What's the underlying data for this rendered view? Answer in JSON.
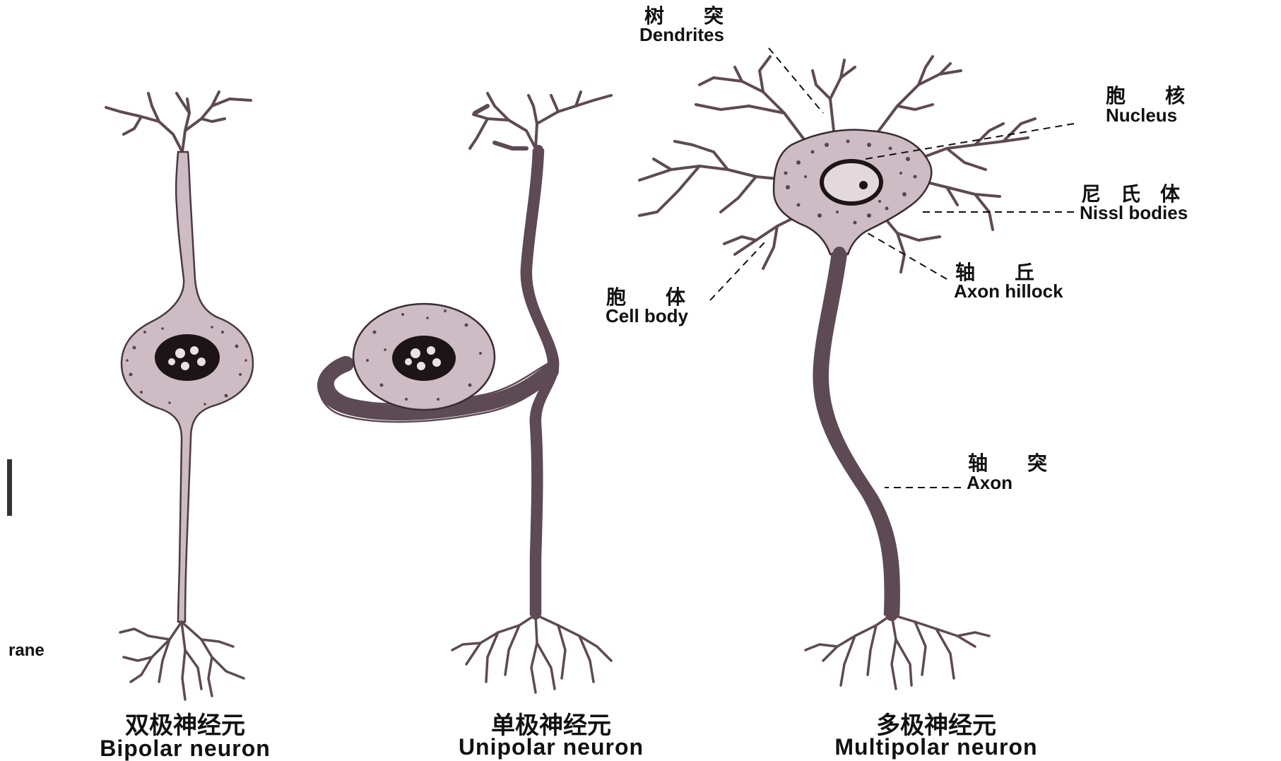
{
  "colors": {
    "neuron_fill": "#cdbcc3",
    "neuron_outline": "#3b2b33",
    "nucleus": "#1d1418",
    "text": "#111111",
    "background": "#ffffff"
  },
  "neurons": [
    {
      "caption_cn": "双极神经元",
      "caption_en": "Bipolar neuron"
    },
    {
      "caption_cn": "单极神经元",
      "caption_en": "Unipolar neuron"
    },
    {
      "caption_cn": "多极神经元",
      "caption_en": "Multipolar neuron"
    }
  ],
  "labels": {
    "dendrites": {
      "cn": "树　　突",
      "en": "Dendrites"
    },
    "nucleus": {
      "cn": "胞　　核",
      "en": "Nucleus"
    },
    "nissl": {
      "cn": "尼　氏　体",
      "en": "Nissl bodies"
    },
    "axon_hillock": {
      "cn": "轴　　丘",
      "en": "Axon hillock"
    },
    "cell_body": {
      "cn": "胞　　体",
      "en": "Cell body"
    },
    "axon": {
      "cn": "轴　　突",
      "en": "Axon"
    }
  },
  "cropped_left_text": "rane"
}
